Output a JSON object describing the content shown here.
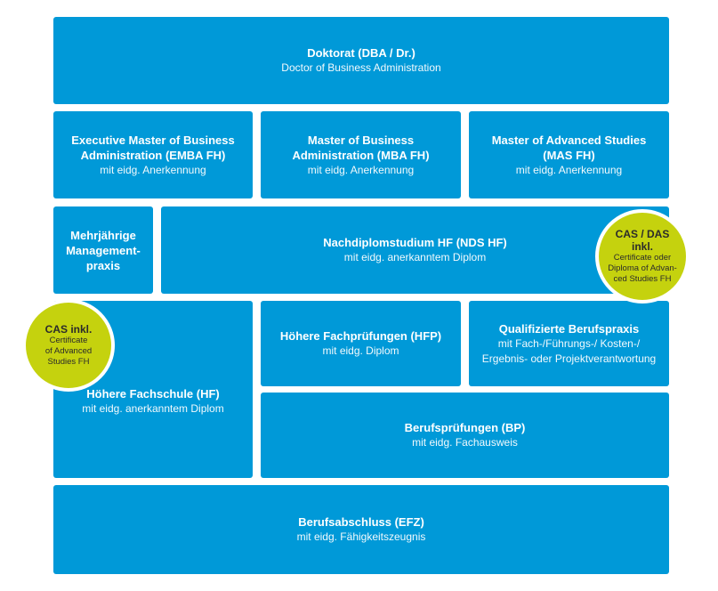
{
  "colors": {
    "box": "#0099d8",
    "badge": "#c5d20e",
    "text": "#ffffff",
    "badge_text": "#2b2b2b"
  },
  "boxes": {
    "doktorat": {
      "title": "Doktorat (DBA / Dr.)",
      "subtitle": "Doctor of Business Administration"
    },
    "emba": {
      "title": "Executive Master of Business\nAdministration (EMBA FH)",
      "subtitle": "mit eidg. Anerkennung"
    },
    "mba": {
      "title": "Master of Business\nAdministration (MBA FH)",
      "subtitle": "mit eidg. Anerkennung"
    },
    "mas": {
      "title": "Master of Advanced Studies\n(MAS FH)",
      "subtitle": "mit eidg. Anerkennung"
    },
    "management": {
      "title": "Mehrjährige\nManagement-\npraxis"
    },
    "nds": {
      "title": "Nachdiplomstudium HF (NDS HF)",
      "subtitle": "mit eidg. anerkanntem Diplom"
    },
    "hf": {
      "title": "Höhere Fachschule (HF)",
      "subtitle": "mit eidg. anerkanntem Diplom"
    },
    "hfp": {
      "title": "Höhere Fachprüfungen (HFP)",
      "subtitle": "mit eidg. Diplom"
    },
    "berufspraxis": {
      "title": "Qualifizierte Berufspraxis",
      "subtitle": "mit Fach-/Führungs-/ Kosten-/\nErgebnis- oder Projektverantwortung"
    },
    "bp": {
      "title": "Berufsprüfungen (BP)",
      "subtitle": "mit eidg. Fachausweis"
    },
    "efz": {
      "title": "Berufsabschluss (EFZ)",
      "subtitle": "mit eidg. Fähigkeitszeugnis"
    }
  },
  "badges": {
    "cas_das": {
      "title": "CAS / DAS\ninkl.",
      "subtitle": "Certificate oder\nDiploma of Advan-\nced Studies FH"
    },
    "cas": {
      "title": "CAS inkl.",
      "subtitle": "Certificate\nof Advanced\nStudies FH"
    }
  }
}
